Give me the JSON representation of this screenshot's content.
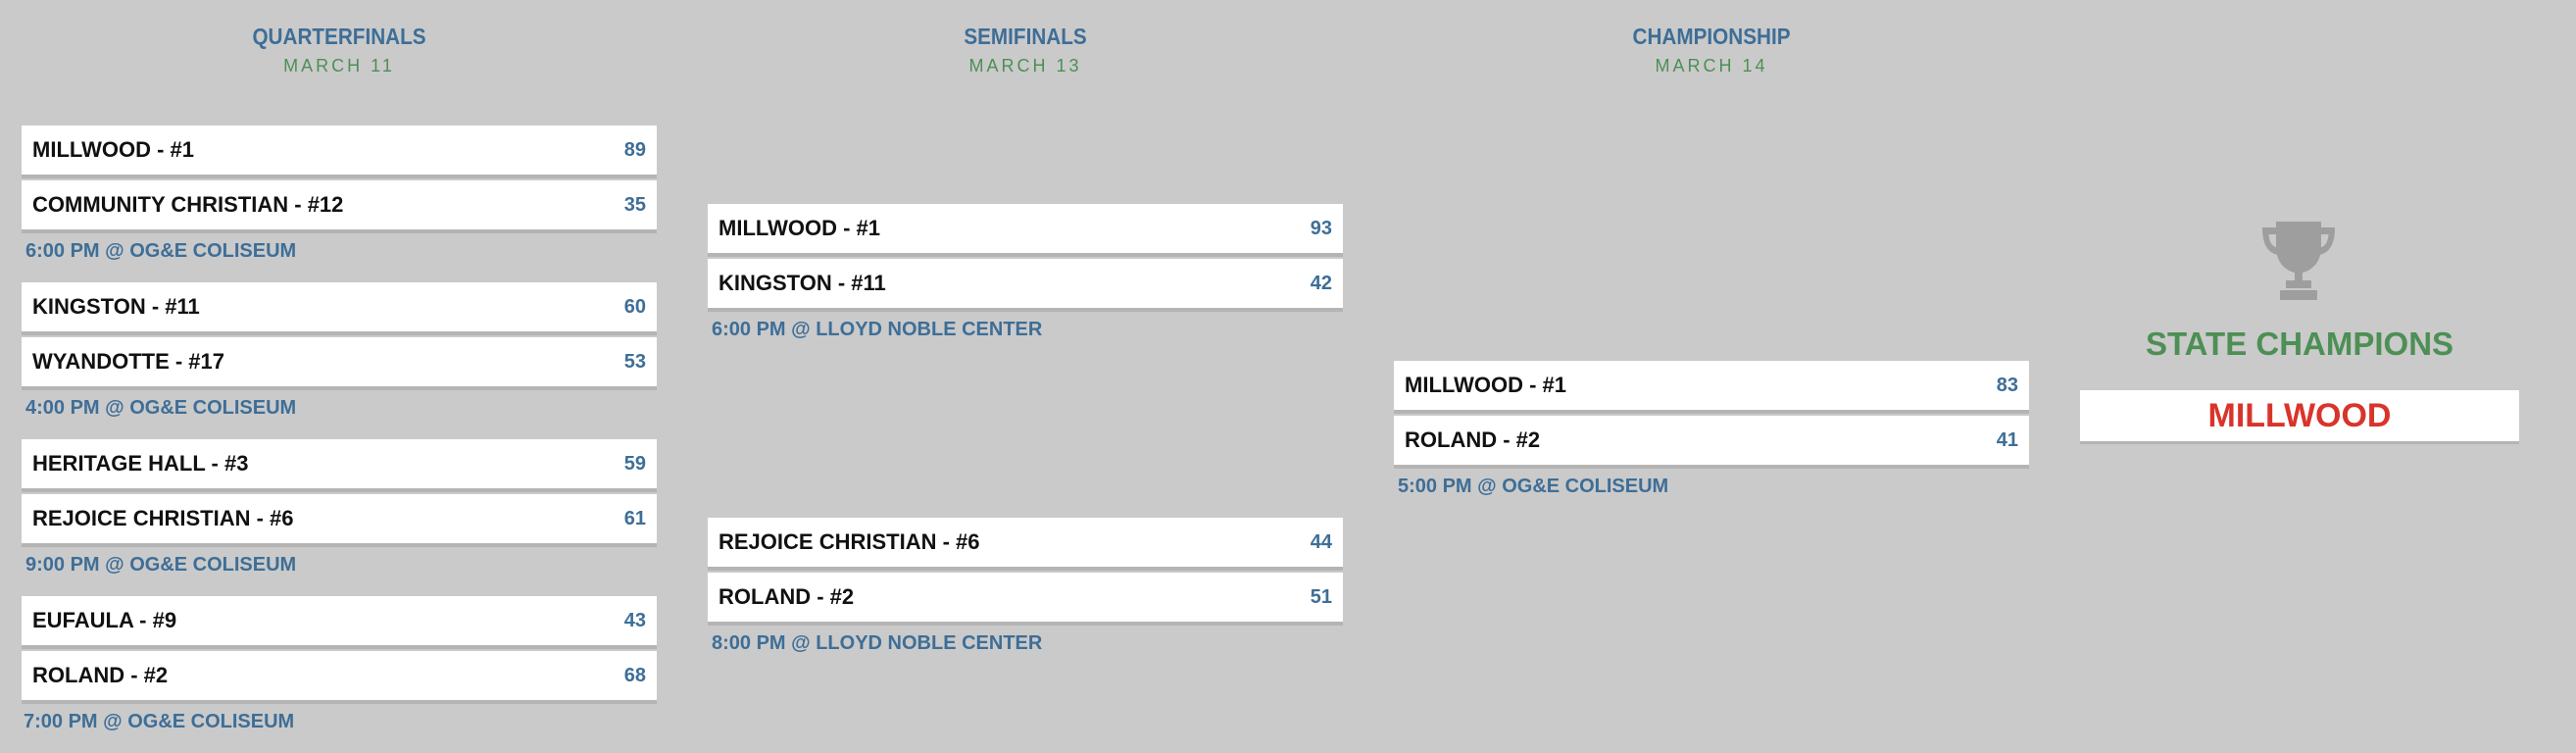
{
  "rounds": [
    {
      "title": "QUARTERFINALS",
      "date": "MARCH 11"
    },
    {
      "title": "SEMIFINALS",
      "date": "MARCH 13"
    },
    {
      "title": "CHAMPIONSHIP",
      "date": "MARCH 14"
    }
  ],
  "quarterfinals": [
    {
      "team1": {
        "name": "MILLWOOD - #1",
        "score": "89"
      },
      "team2": {
        "name": "COMMUNITY CHRISTIAN - #12",
        "score": "35"
      },
      "info": "6:00 PM @ OG&E COLISEUM"
    },
    {
      "team1": {
        "name": "KINGSTON - #11",
        "score": "60"
      },
      "team2": {
        "name": "WYANDOTTE - #17",
        "score": "53"
      },
      "info": "4:00 PM @ OG&E COLISEUM"
    },
    {
      "team1": {
        "name": "HERITAGE HALL - #3",
        "score": "59"
      },
      "team2": {
        "name": "REJOICE CHRISTIAN - #6",
        "score": "61"
      },
      "info": "9:00 PM @ OG&E COLISEUM"
    },
    {
      "team1": {
        "name": "EUFAULA - #9",
        "score": "43"
      },
      "team2": {
        "name": "ROLAND - #2",
        "score": "68"
      },
      "info": "7:00 PM @ OG&E COLISEUM"
    }
  ],
  "semifinals": [
    {
      "team1": {
        "name": "MILLWOOD - #1",
        "score": "93"
      },
      "team2": {
        "name": "KINGSTON - #11",
        "score": "42"
      },
      "info": "6:00 PM @ LLOYD NOBLE CENTER"
    },
    {
      "team1": {
        "name": "REJOICE CHRISTIAN - #6",
        "score": "44"
      },
      "team2": {
        "name": "ROLAND - #2",
        "score": "51"
      },
      "info": "8:00 PM @ LLOYD NOBLE CENTER"
    }
  ],
  "championship": {
    "team1": {
      "name": "MILLWOOD - #1",
      "score": "83"
    },
    "team2": {
      "name": "ROLAND - #2",
      "score": "41"
    },
    "info": "5:00 PM @ OG&E COLISEUM"
  },
  "champion": {
    "icon": "trophy-icon",
    "title": "STATE CHAMPIONS",
    "name": "MILLWOOD"
  },
  "colors": {
    "background": "#cacaca",
    "round_title": "#3e6e97",
    "date": "#4d8f55",
    "score": "#3e6e97",
    "champ_title": "#4d8f55",
    "champ_name": "#d9342b",
    "trophy": "#9e9e9e"
  }
}
